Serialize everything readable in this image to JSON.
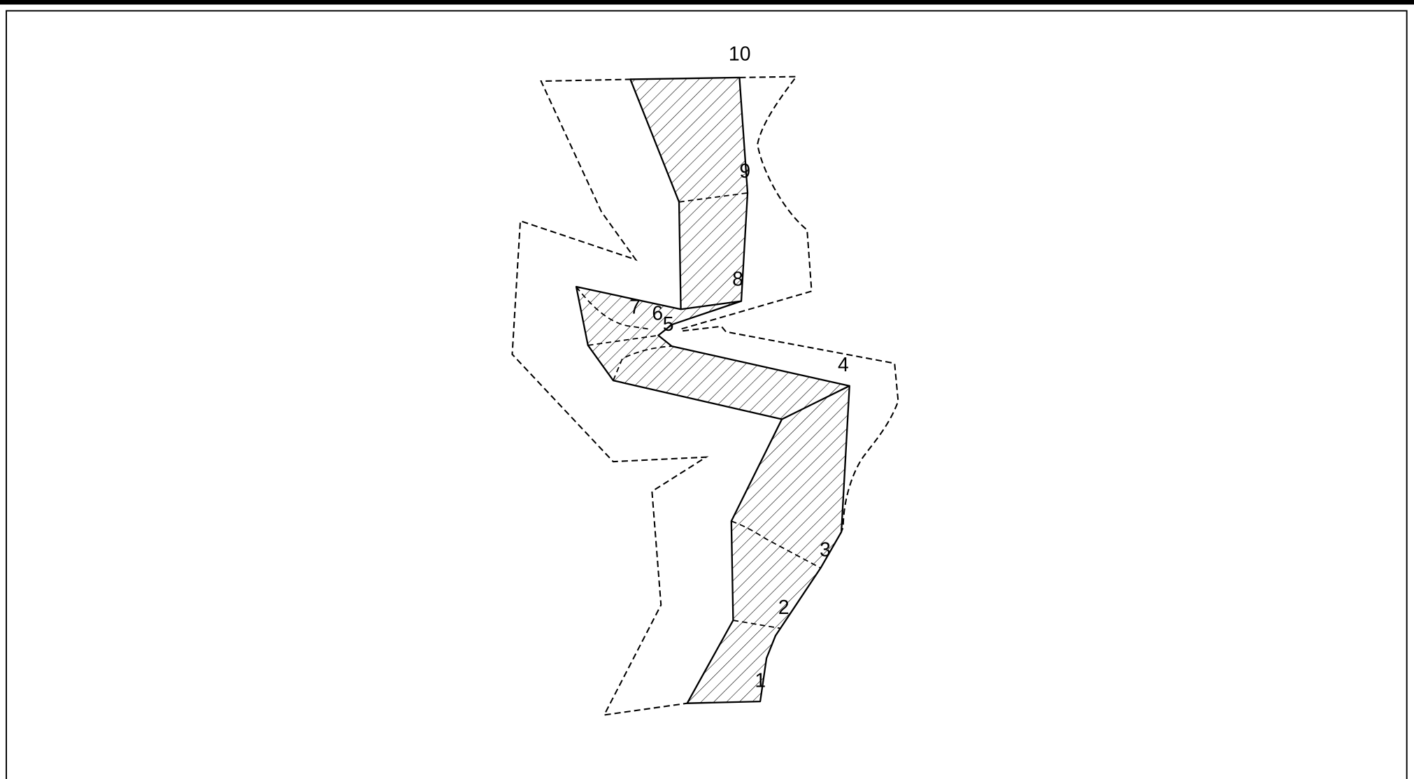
{
  "colors": {
    "background": "#ffffff",
    "frame": "#000000",
    "outline": "#000000",
    "hatch": "#000000",
    "boundary": "#000000"
  },
  "segment_labels": [
    {
      "id": "1",
      "text": "1"
    },
    {
      "id": "2",
      "text": "2"
    },
    {
      "id": "3",
      "text": "3"
    },
    {
      "id": "4",
      "text": "4"
    },
    {
      "id": "5",
      "text": "5"
    },
    {
      "id": "6",
      "text": "6"
    },
    {
      "id": "7",
      "text": "7"
    },
    {
      "id": "8",
      "text": "8"
    },
    {
      "id": "9",
      "text": "9"
    },
    {
      "id": "10",
      "text": "10"
    }
  ]
}
